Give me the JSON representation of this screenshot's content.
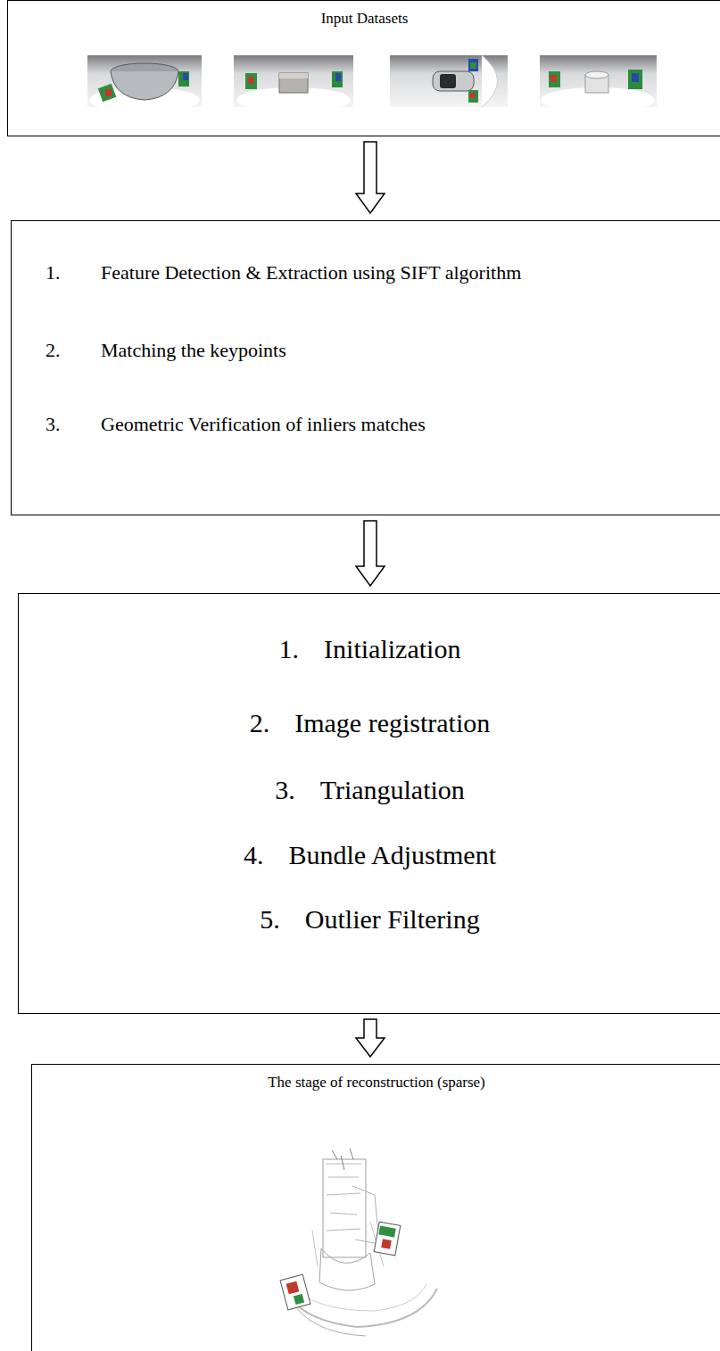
{
  "diagram": {
    "nodes": [
      {
        "text": [
          "Input Datasets"
        ]
      },
      {
        "text": [
          "1.",
          "Feature Detection & Extraction using SIFT algorithm",
          "2.",
          "Matching the keypoints",
          "3.",
          "Geometric Verification of inliers matches"
        ]
      },
      {
        "text": [
          "1.",
          "Initialization",
          "2.",
          "Image registration",
          "3.",
          "Triangulation",
          "4.",
          "Bundle Adjustment",
          "5.",
          "Outlier Filtering"
        ]
      },
      {
        "text": [
          "The stage of reconstruction (sparse)"
        ]
      }
    ],
    "edges": [
      {
        "from": 0,
        "to": 1,
        "arrow": "to"
      },
      {
        "from": 1,
        "to": 2,
        "arrow": "to"
      },
      {
        "from": 2,
        "to": 3,
        "arrow": "to"
      }
    ]
  }
}
